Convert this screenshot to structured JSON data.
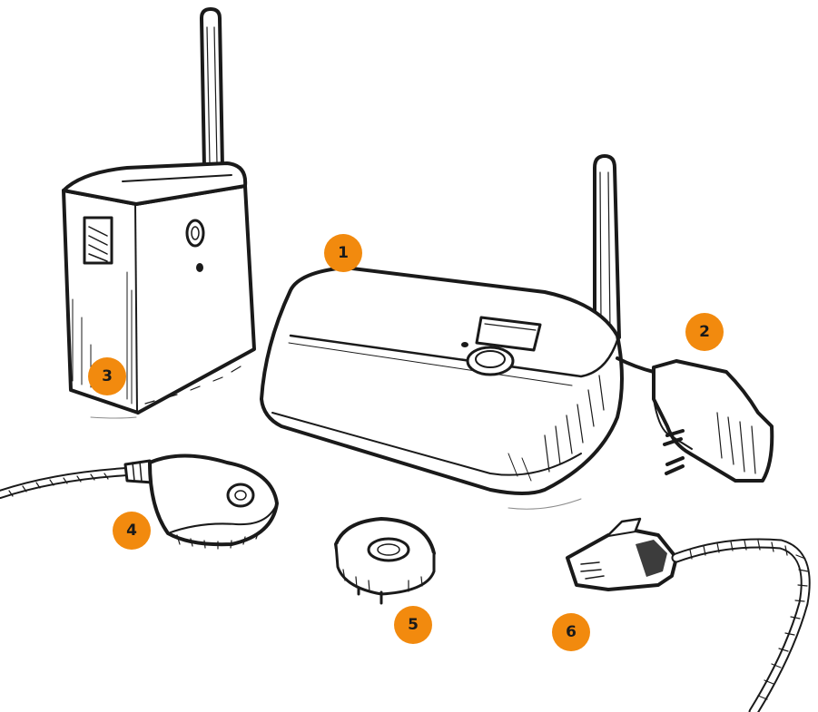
{
  "colors": {
    "accent": "#F28A0E",
    "ink": "#1a1a1a",
    "background": "#ffffff"
  },
  "callouts": [
    {
      "label": "1",
      "part": "base-station"
    },
    {
      "label": "2",
      "part": "power-adapter"
    },
    {
      "label": "3",
      "part": "wireless-repeater"
    },
    {
      "label": "4",
      "part": "sensor-puck-with-cable"
    },
    {
      "label": "5",
      "part": "mounting-disc"
    },
    {
      "label": "6",
      "part": "rj-network-cable"
    }
  ]
}
